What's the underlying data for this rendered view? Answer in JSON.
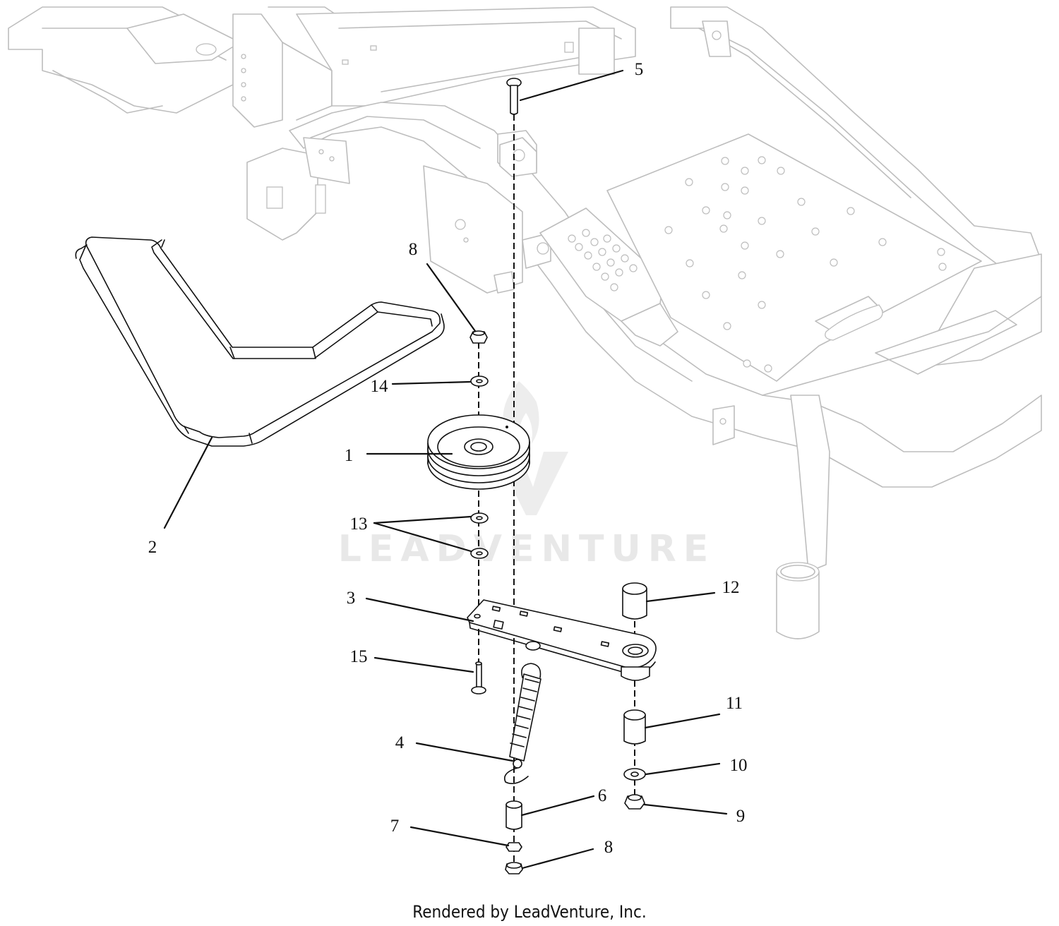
{
  "callouts": [
    {
      "label": "1"
    },
    {
      "label": "2"
    },
    {
      "label": "3"
    },
    {
      "label": "4"
    },
    {
      "label": "5"
    },
    {
      "label": "6"
    },
    {
      "label": "7"
    },
    {
      "label": "8"
    },
    {
      "label": "8"
    },
    {
      "label": "9"
    },
    {
      "label": "10"
    },
    {
      "label": "11"
    },
    {
      "label": "12"
    },
    {
      "label": "13"
    },
    {
      "label": "14"
    },
    {
      "label": "15"
    }
  ],
  "watermark": {
    "text": "LEADVENTURE"
  },
  "footer": {
    "text": "Rendered by LeadVenture, Inc."
  },
  "colors": {
    "frame": "#bdbdbd",
    "parts": "#111111",
    "watermark": "#e8e8e8"
  }
}
